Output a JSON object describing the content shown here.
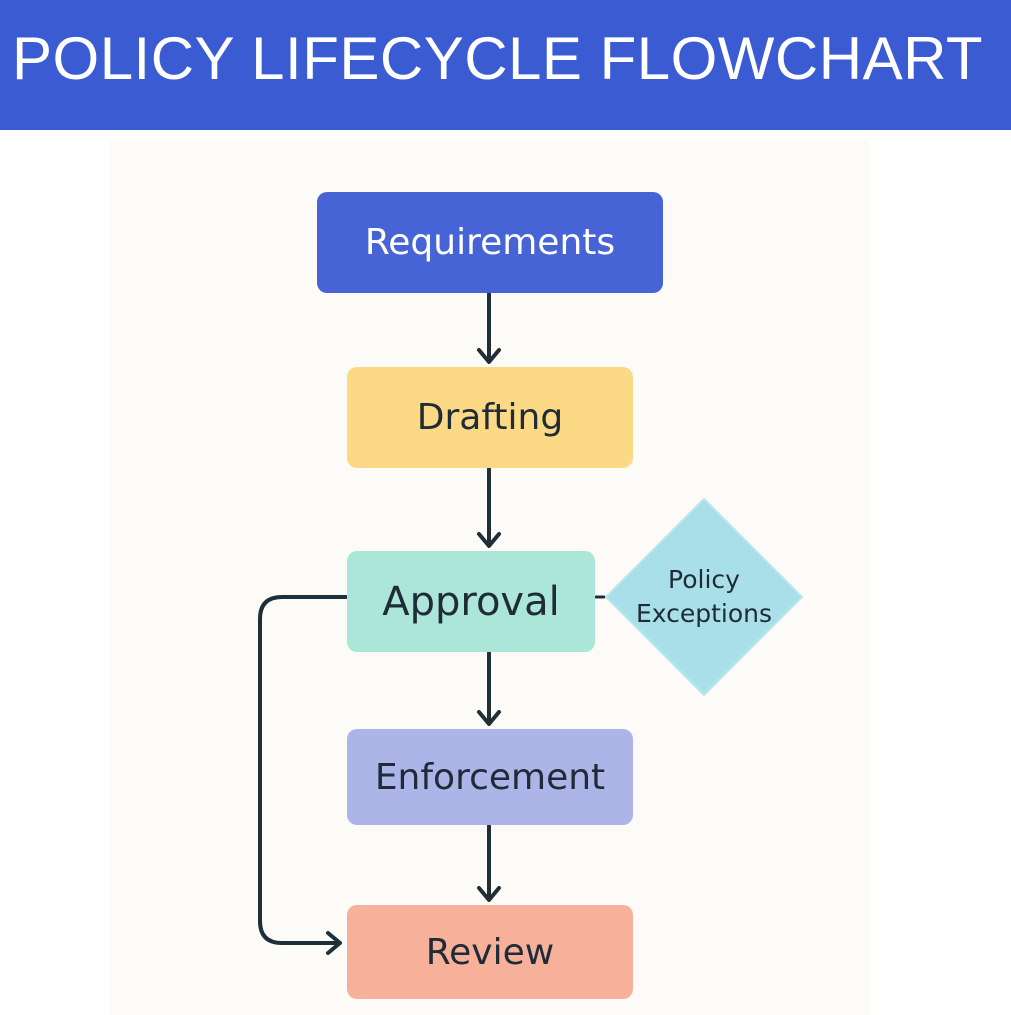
{
  "header": {
    "title": "POLICY LIFECYCLE FLOWCHART"
  },
  "colors": {
    "header_bg": "#3b5bd3",
    "canvas_bg": "#fcfbf7",
    "requirements": "#4764d6",
    "drafting": "#fbd985",
    "approval": "#abe6d8",
    "enforcement": "#adb5e8",
    "review": "#f7b09a",
    "exceptions": "#a9dfe9",
    "connector": "#1f2f3a"
  },
  "flowchart": {
    "nodes": {
      "requirements": "Requirements",
      "drafting": "Drafting",
      "approval": "Approval",
      "enforcement": "Enforcement",
      "review": "Review"
    },
    "decision": {
      "line1": "Policy",
      "line2": "Exceptions"
    },
    "edges": [
      {
        "from": "Requirements",
        "to": "Drafting"
      },
      {
        "from": "Drafting",
        "to": "Approval"
      },
      {
        "from": "Approval",
        "to": "Enforcement"
      },
      {
        "from": "Enforcement",
        "to": "Review"
      },
      {
        "from": "Approval",
        "to": "Review"
      },
      {
        "from": "Approval",
        "to": "Policy Exceptions"
      }
    ]
  }
}
